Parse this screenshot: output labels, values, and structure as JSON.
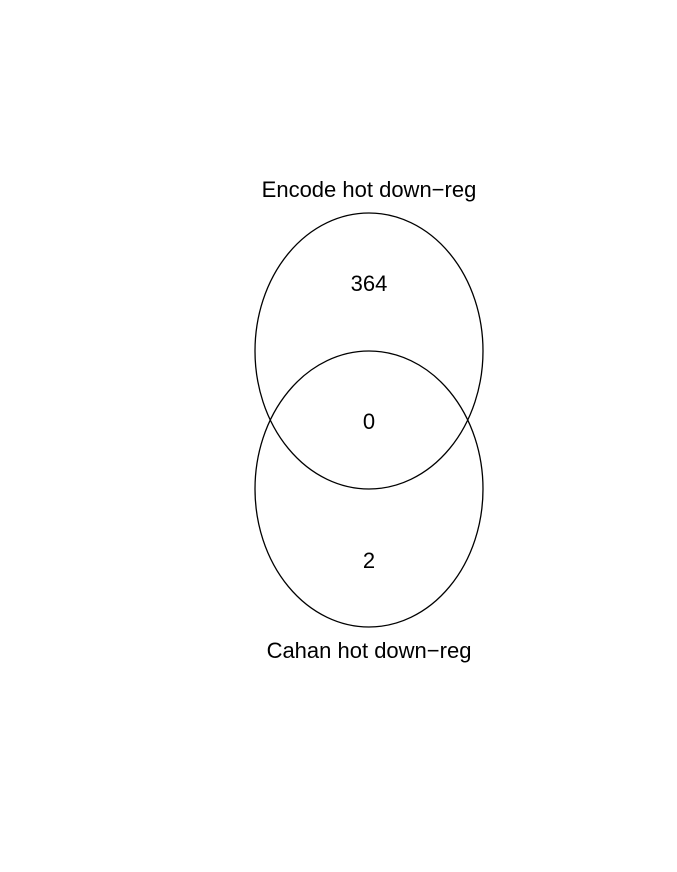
{
  "diagram": {
    "type": "venn",
    "sets": [
      {
        "label": "Encode hot down−reg",
        "only_count": "364"
      },
      {
        "label": "Cahan hot down−reg",
        "only_count": "2"
      }
    ],
    "intersection_count": "0"
  }
}
